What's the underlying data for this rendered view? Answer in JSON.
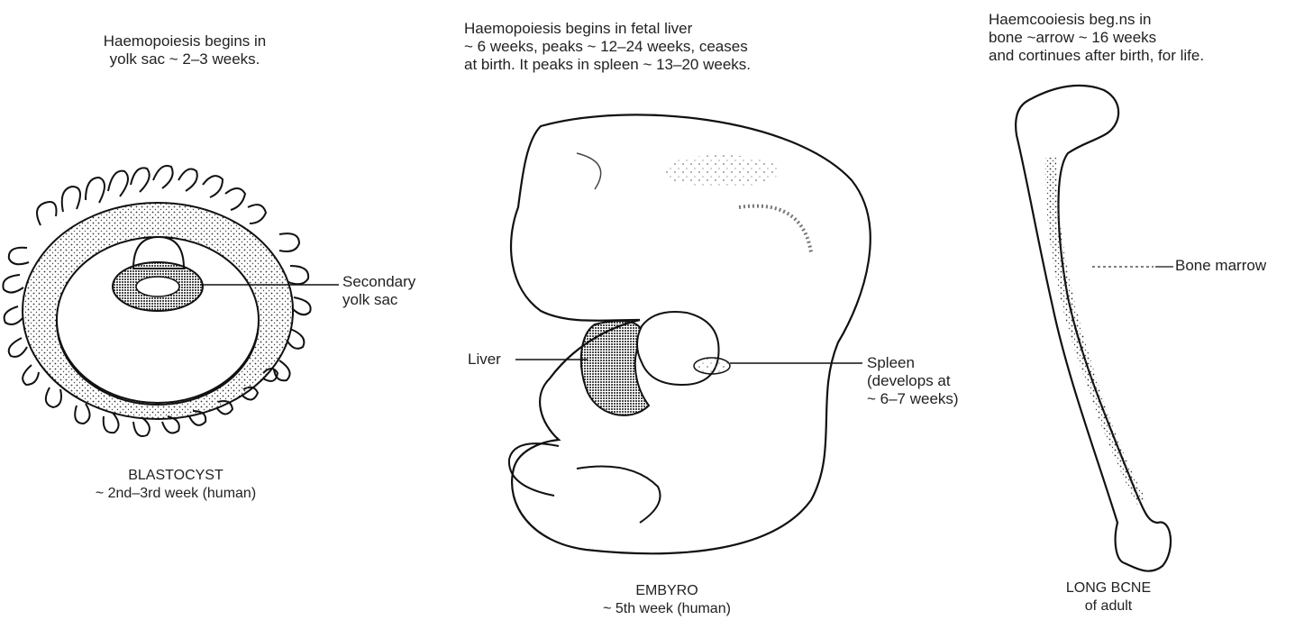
{
  "stages": {
    "yolk_sac": {
      "description": "Haemopoiesis begins in\nyolk sac ~ 2–3 weeks.",
      "caption": "BLASTOCYST\n~ 2nd–3rd week (human)",
      "label": "Secondary\nyolk sac"
    },
    "fetal_liver": {
      "description": "Haemopoiesis begins in fetal liver\n~ 6 weeks, peaks ~ 12–24 weeks, ceases\nat birth. It peaks in spleen ~ 13–20 weeks.",
      "caption": "EMBYRO\n~ 5th week (human)",
      "label_liver": "Liver",
      "label_spleen": "Spleen\n(develops at\n~ 6–7 weeks)"
    },
    "bone_marrow": {
      "description": "Haemcooiesis beg.ns in\nbone ~arrow ~ 16 weeks\nand cortinues after birth, for life.",
      "caption": "LONG BCNE\nof adult",
      "label": "Bone marrow"
    }
  }
}
